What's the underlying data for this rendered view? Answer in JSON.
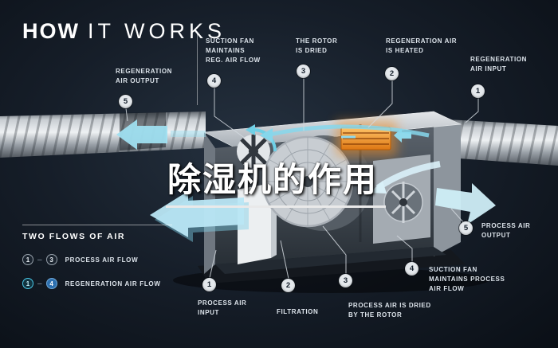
{
  "title": {
    "strong": "HOW",
    "light": "IT WORKS"
  },
  "watermark": "除湿机的作用",
  "callouts": {
    "reg_output": {
      "num": "5",
      "label": "REGENERATION\nAIR OUTPUT"
    },
    "suction_reg": {
      "num": "4",
      "label": "SUCTION FAN\nMAINTAINS\nREG. AIR FLOW"
    },
    "rotor_dried": {
      "num": "3",
      "label": "THE ROTOR\nIS DRIED"
    },
    "reg_heated": {
      "num": "2",
      "label": "REGENERATION AIR\nIS HEATED"
    },
    "reg_input": {
      "num": "1",
      "label": "REGENERATION\nAIR INPUT"
    },
    "process_output": {
      "num": "5",
      "label": "PROCESS AIR\nOUTPUT"
    },
    "suction_process": {
      "num": "4",
      "label": "SUCTION FAN\nMAINTAINS PROCESS\nAIR FLOW"
    },
    "process_dried": {
      "num": "3",
      "label": "PROCESS AIR IS DRIED\nBY THE ROTOR"
    },
    "filtration": {
      "num": "2",
      "label": "FILTRATION"
    },
    "process_input": {
      "num": "1",
      "label": "PROCESS AIR\nINPUT"
    }
  },
  "legend": {
    "title": "TWO FLOWS OF AIR",
    "rows": [
      {
        "from": "1",
        "dash": "–",
        "to": "3",
        "label": "PROCESS AIR FLOW"
      },
      {
        "from": "1",
        "dash": "–",
        "to": "4",
        "label": "REGENERATION AIR FLOW"
      }
    ]
  },
  "colors": {
    "background": "#141c27",
    "accent_cyan": "#8fd9ec",
    "accent_orange": "#f08c20",
    "text": "#dde4eb"
  }
}
